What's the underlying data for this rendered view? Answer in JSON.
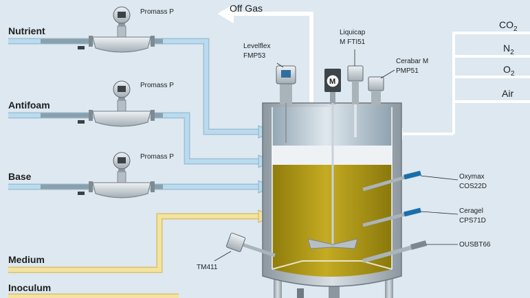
{
  "flows": {
    "offgas": "Off Gas",
    "nutrient": "Nutrient",
    "antifoam": "Antifoam",
    "base": "Base",
    "medium": "Medium",
    "inoculum": "Inoculum"
  },
  "gases": {
    "co2": {
      "main": "CO",
      "sub": "2"
    },
    "n2": {
      "main": "N",
      "sub": "2"
    },
    "o2": {
      "main": "O",
      "sub": "2"
    },
    "air": "Air"
  },
  "instruments": {
    "promass": "Promass P",
    "levelflex": {
      "line1": "Levelflex",
      "line2": "FMP53"
    },
    "liquicap": {
      "line1": "Liquicap",
      "line2": "M FTI51"
    },
    "cerabar": {
      "line1": "Cerabar M",
      "line2": "PMP51"
    },
    "motor": "M",
    "oxymax": {
      "line1": "Oxymax",
      "line2": "COS22D"
    },
    "ceragel": {
      "line1": "Ceragel",
      "line2": "CPS71D"
    },
    "ousbt": "OUSBT66",
    "tm411": "TM411"
  },
  "colors": {
    "background": "#dde8f0",
    "blue_pipe": "#a9cfe6",
    "yellow_pipe": "#f2dc8a",
    "white_pipe": "#ffffff",
    "liquid": "#b8a018",
    "steel": "#a8b2ba",
    "meter": "#c4ccd2"
  }
}
